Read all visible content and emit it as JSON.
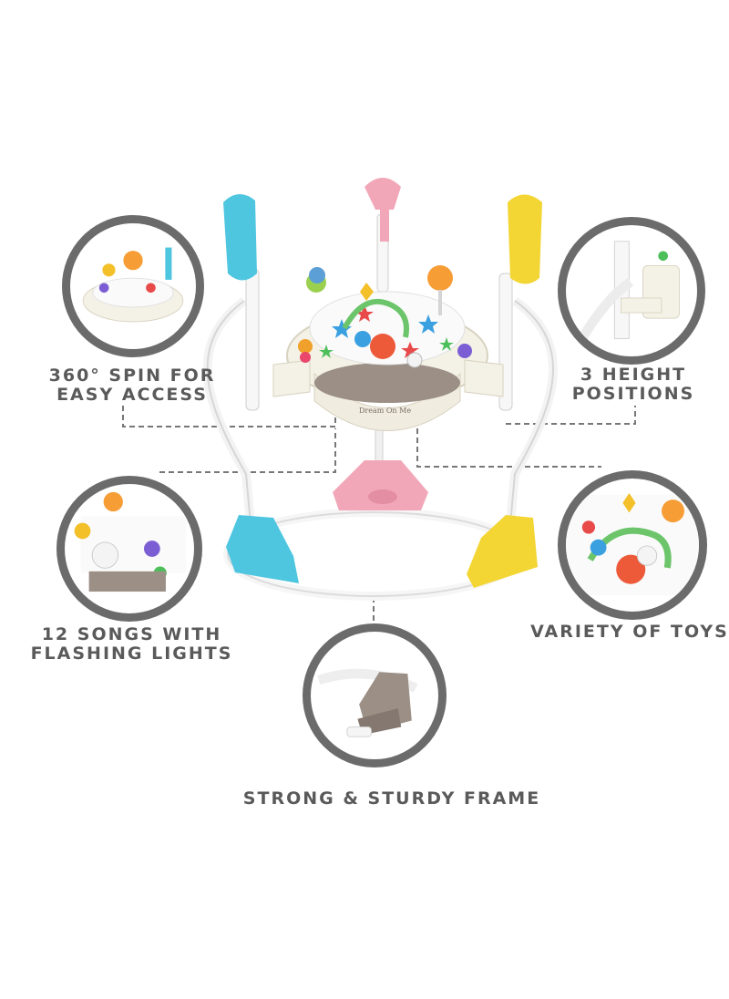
{
  "features": {
    "spin": {
      "line1": "360° SPIN FOR",
      "line2": "EASY ACCESS"
    },
    "height": {
      "line1": "3 HEIGHT",
      "line2": "POSITIONS"
    },
    "songs": {
      "line1": "12 SONGS WITH",
      "line2": "FLASHING LIGHTS"
    },
    "toys": {
      "line1": "VARIETY OF TOYS"
    },
    "frame": {
      "line1": "STRONG & STURDY FRAME"
    }
  },
  "product": {
    "brand_logo": "Dream On Me"
  },
  "colors": {
    "label_gray": "#5a5a5a",
    "ring_gray": "#6b6b6b",
    "cyan": "#4fc6e0",
    "pink": "#f2a7b8",
    "yellow": "#f3d534",
    "cream": "#f4f1e6",
    "taupe": "#9b8f86"
  }
}
